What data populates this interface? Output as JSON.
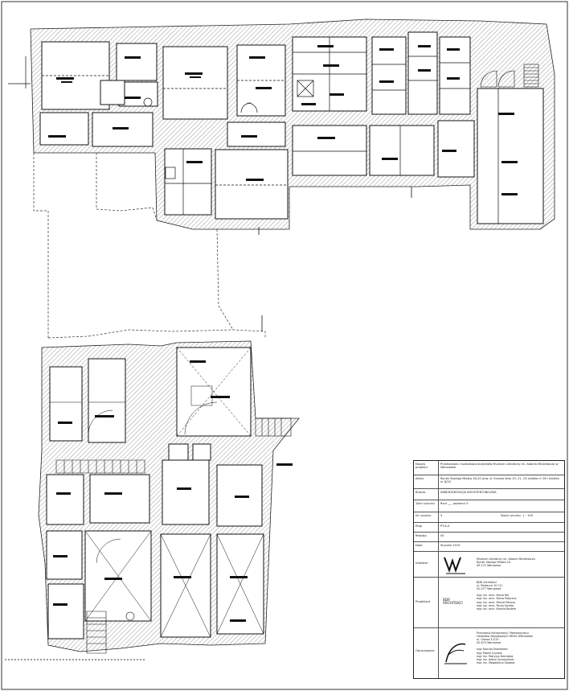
{
  "title_block": {
    "rows": [
      {
        "label": "Nazwa projektu",
        "value": "Przebudowa i rozbudowa budynków Muzeum Literatury im. Adama Mickiewicza w Warszawie"
      },
      {
        "label": "Adres",
        "value": "Rynek Starego Miasta 18-20 oraz ul. Krzywe Koło 19, 21, 23 działka nr 28 i działka nr 8/20"
      },
      {
        "label": "Branża",
        "value": "INWENTARYZACJA ARCHITEKTONICZNA"
      },
      {
        "label": "Tytuł rysunku",
        "value": "Rzut ___ poziomu 0"
      },
      {
        "label": "Nr rysunku",
        "value": "3",
        "scale_label": "Skala rysunku",
        "scale_value": "1 : 100"
      },
      {
        "label": "Etap",
        "value": "PT-A-0"
      },
      {
        "label": "Rewizja",
        "value": "00"
      },
      {
        "label": "Data",
        "value": "Styczeń 2019"
      }
    ],
    "investor": {
      "label": "Inwestor",
      "lines": [
        "Muzeum Literatury im. Adama Mickiewicza",
        "Rynek Starego Miasta 20",
        "00-272 Warszawa"
      ]
    },
    "designer": {
      "label": "Projektant",
      "logo_text": "BDR ARCHITEKCI",
      "lines": [
        "BDR Architekci",
        "ul. Pasteura 10 C/1",
        "02-077 Warszawa",
        "",
        "mgr inż. arch. Maria Rej",
        "mgr inż. arch. Maria Pieprzna",
        "mgr inż. arch. Michał Pańczy",
        "mgr inż. arch. Paula Gardia",
        "mgr inż. arch. Kamila Bodem"
      ]
    },
    "surveyor": {
      "label": "Opracowanie",
      "lines": [
        "Pracownia Konserwacji i Rewaloryzacji",
        "Obiektów Zabytkowych RENO Wiśniewski",
        "ul. Olesza 12/13",
        "02-673 Warszawa",
        "",
        "mgr    Konrad Dobrowski",
        "mgr    Paweł Czyżew",
        "mgr inż. Patrycja Dembska",
        "mgr inż. Adam Szczepański",
        "mgr inż. Magdalena Skowka"
      ]
    }
  },
  "colors": {
    "line": "#111111",
    "hatch": "#8a8a8a",
    "ink": "#222222"
  }
}
